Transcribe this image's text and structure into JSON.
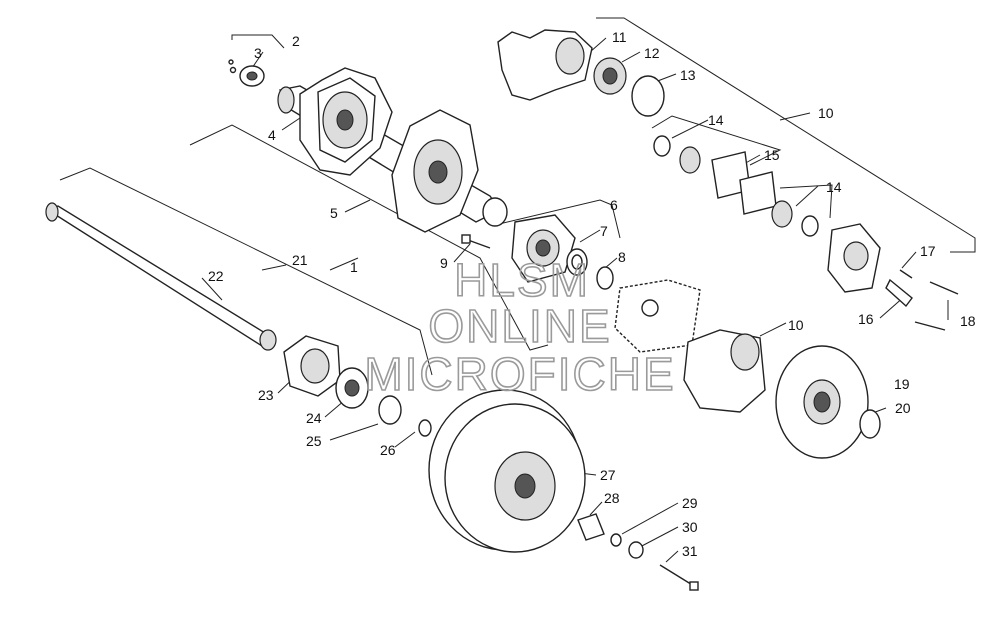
{
  "watermark": {
    "line1": "HLSM",
    "line2": "ONLINE",
    "line3": "MICROFICHE"
  },
  "callouts": [
    "1",
    "2",
    "3",
    "4",
    "5",
    "6",
    "7",
    "8",
    "9",
    "10",
    "10",
    "11",
    "12",
    "13",
    "14",
    "14",
    "15",
    "16",
    "17",
    "18",
    "19",
    "20",
    "21",
    "22",
    "23",
    "24",
    "25",
    "26",
    "27",
    "28",
    "29",
    "30",
    "31"
  ]
}
